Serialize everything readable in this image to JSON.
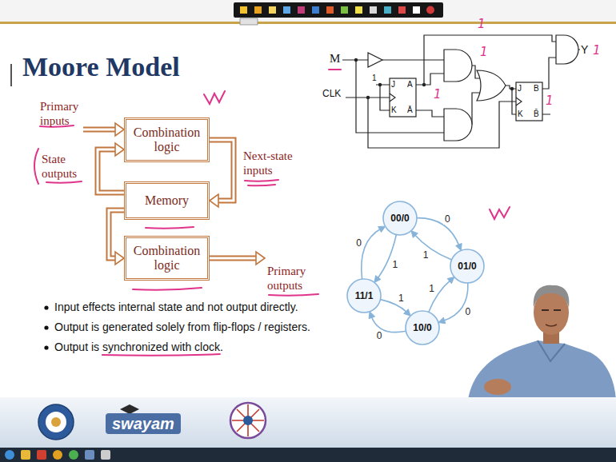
{
  "diagram": {
    "title": "Moore Model",
    "nodes": [
      {
        "text": [
          "Combination logic"
        ]
      },
      {
        "text": [
          "Memory"
        ]
      },
      {
        "text": [
          "Combination logic"
        ]
      },
      {
        "text": [
          "00/0"
        ]
      },
      {
        "text": [
          "01/0"
        ]
      },
      {
        "text": [
          "11/1"
        ]
      },
      {
        "text": [
          "10/0"
        ]
      }
    ],
    "edges": [
      {
        "from": 0,
        "to": 1,
        "arrow": "to"
      },
      {
        "from": 1,
        "to": 0,
        "arrow": "to"
      },
      {
        "from": 1,
        "to": 2,
        "arrow": "to"
      },
      {
        "from": 3,
        "to": 4,
        "label": "0",
        "arrow": "to"
      },
      {
        "from": 4,
        "to": 6,
        "label": "0",
        "arrow": "to"
      },
      {
        "from": 6,
        "to": 5,
        "label": "0",
        "arrow": "to"
      },
      {
        "from": 5,
        "to": 3,
        "label": "0",
        "arrow": "to"
      },
      {
        "from": 4,
        "to": 3,
        "label": "1",
        "arrow": "to"
      },
      {
        "from": 6,
        "to": 4,
        "label": "1",
        "arrow": "to"
      },
      {
        "from": 5,
        "to": 6,
        "label": "1",
        "arrow": "to"
      },
      {
        "from": 3,
        "to": 5,
        "label": "1",
        "arrow": "to"
      }
    ],
    "labels": [
      "Primary inputs",
      "State outputs",
      "Next-state inputs",
      "Primary outputs",
      "Input effects internal state and not output directly.",
      "Output is generated solely from flip-flops / registers.",
      "Output is synchronized with clock.",
      "M",
      "CLK",
      "1",
      "J",
      "A",
      "K",
      "Ā",
      "J",
      "B",
      "K",
      "B̄",
      "Y",
      "1",
      "1",
      "1",
      "1",
      "1",
      "swayam"
    ]
  }
}
